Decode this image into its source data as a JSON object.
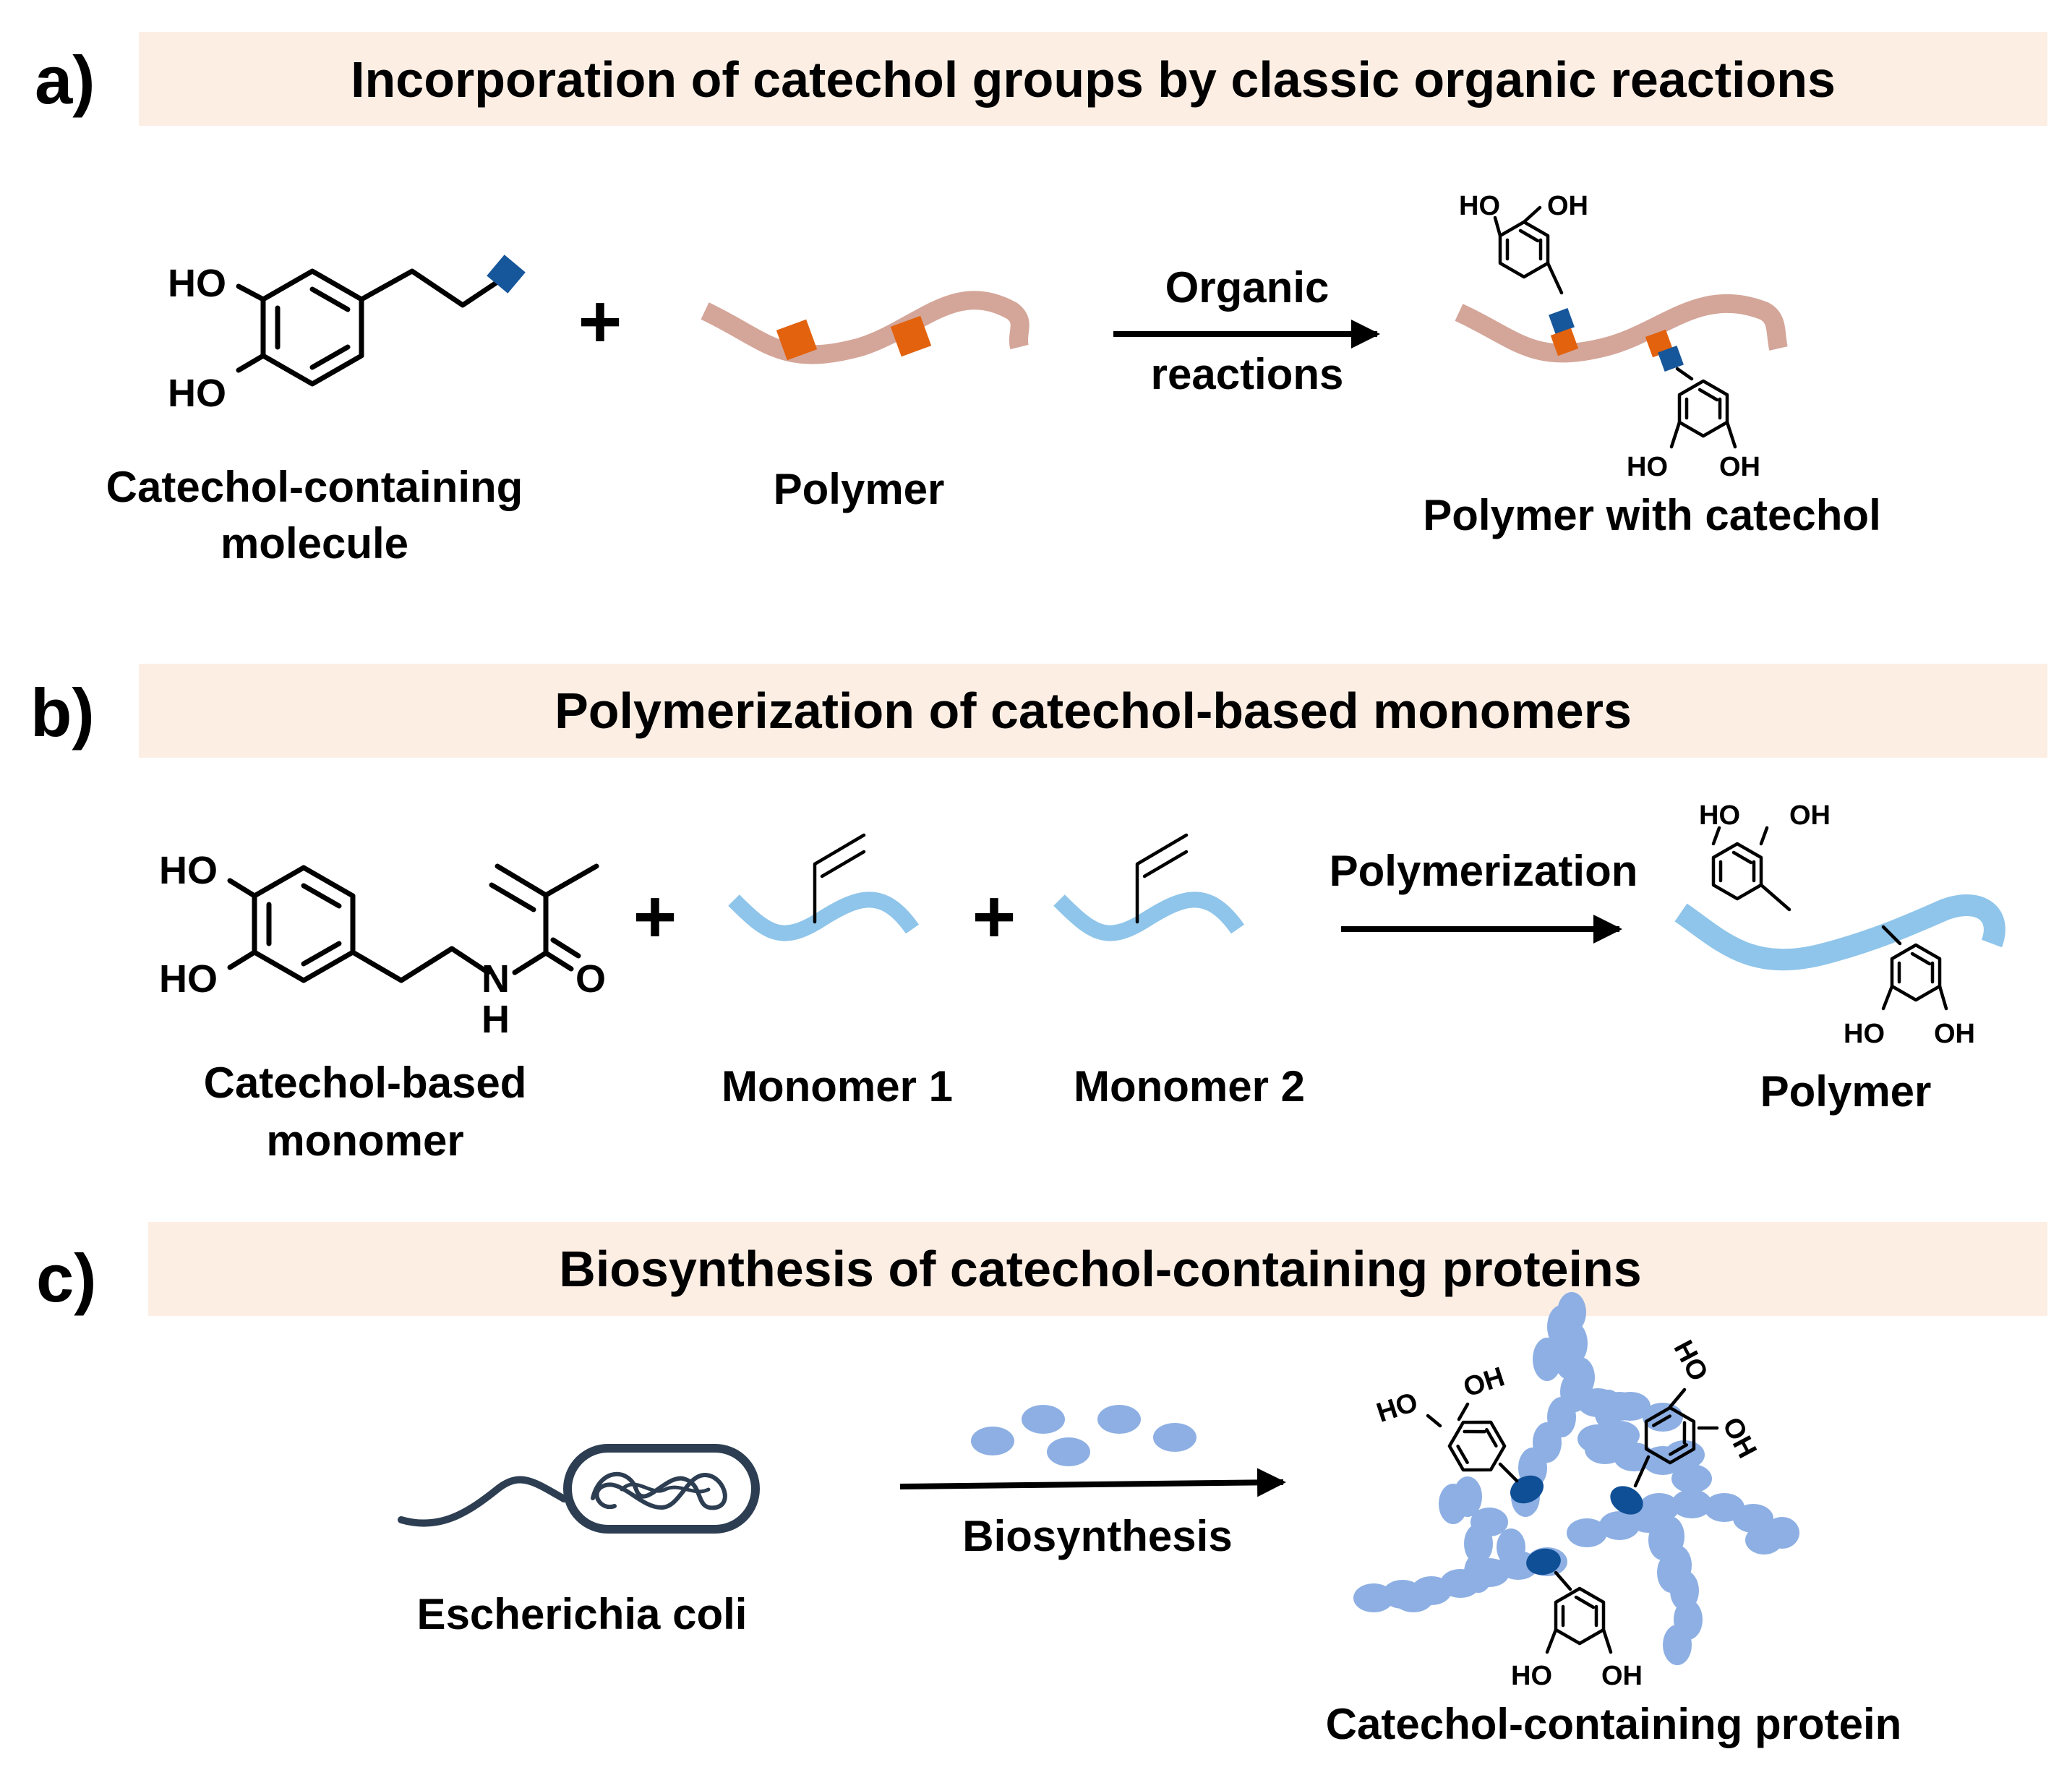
{
  "colors": {
    "banner_bg": "#fdeee4",
    "polymer_brown": "#d4a699",
    "reactive_orange": "#e2620e",
    "linker_blue": "#16569a",
    "monomer_blue": "#8fc5ea",
    "protein_blue": "#8dafe3",
    "protein_link_blue": "#0f4f95",
    "ecoli_outline": "#2d3e52"
  },
  "panel_a": {
    "letter": "a)",
    "title": "Incorporation of catechol groups by classic organic reactions",
    "plus": "+",
    "arrow_label_line1": "Organic",
    "arrow_label_line2": "reactions",
    "reactant1_label_line1": "Catechol-containing",
    "reactant1_label_line2": "molecule",
    "reactant2_label": "Polymer",
    "product_label": "Polymer with catechol"
  },
  "panel_b": {
    "letter": "b)",
    "title": "Polymerization of catechol-based monomers",
    "plus1": "+",
    "plus2": "+",
    "arrow_label": "Polymerization",
    "monomer_label_line1": "Catechol-based",
    "monomer_label_line2": "monomer",
    "monomer1_label": "Monomer 1",
    "monomer2_label": "Monomer 2",
    "product_label": "Polymer"
  },
  "panel_c": {
    "letter": "c)",
    "title": "Biosynthesis of catechol-containing proteins",
    "arrow_label": "Biosynthesis",
    "organism_label": "Escherichia coli",
    "product_label": "Catechol-containing protein"
  },
  "atoms": {
    "ho": "HO",
    "oh": "OH",
    "n": "N",
    "h": "H",
    "o": "O"
  },
  "icons": [
    "catechol-structure",
    "polymer-chain",
    "arrow-right",
    "bacterium-icon",
    "protein-chain"
  ]
}
